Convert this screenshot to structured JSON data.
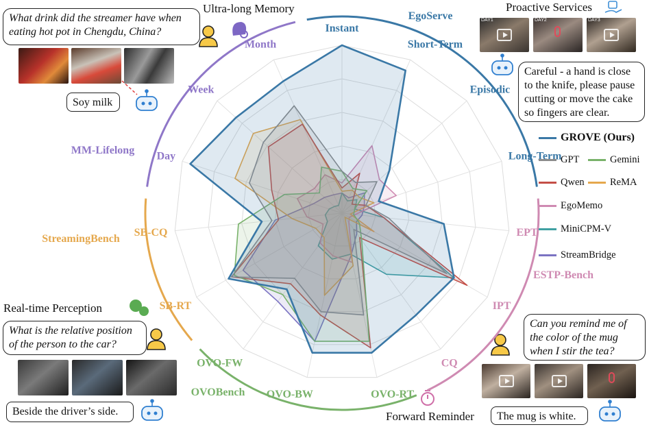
{
  "chart_data": {
    "type": "radar",
    "range": [
      0,
      100
    ],
    "grid": true,
    "legend_position": "right",
    "axes": [
      "Instant",
      "Short-Term",
      "Episodic",
      "Long-Term",
      "EPT",
      "IPT",
      "CQ",
      "OVO-RT",
      "OVO-BW",
      "OVO-FW",
      "SB-RT",
      "SB-CQ",
      "Day",
      "Week",
      "Month"
    ],
    "series": [
      {
        "name": "GROVE (Ours)",
        "color": "#3a78a6",
        "values": [
          100,
          93,
          38,
          23,
          61,
          77,
          75,
          85,
          85,
          56,
          78,
          48,
          95,
          85,
          86
        ]
      },
      {
        "name": "GPT",
        "color": "#8c8c8c",
        "values": [
          25,
          20,
          28,
          15,
          28,
          72,
          12,
          62,
          60,
          48,
          76,
          42,
          58,
          63,
          70
        ]
      },
      {
        "name": "Gemini",
        "color": "#79b26a",
        "values": [
          25,
          16,
          20,
          8,
          7,
          12,
          20,
          78,
          78,
          60,
          74,
          62,
          36,
          18,
          30
        ]
      },
      {
        "name": "Qwen",
        "color": "#c44f47",
        "values": [
          15,
          26,
          8,
          15,
          25,
          86,
          18,
          82,
          62,
          52,
          76,
          38,
          44,
          59,
          58
        ]
      },
      {
        "name": "ReMA",
        "color": "#e5a84d",
        "values": [
          13,
          15,
          14,
          20,
          5,
          22,
          3,
          32,
          50,
          18,
          18,
          30,
          67,
          71,
          61
        ]
      },
      {
        "name": "EgoMemo",
        "color": "#cf8ab2",
        "values": [
          18,
          44,
          30,
          34,
          8,
          5,
          7,
          30,
          26,
          22,
          13,
          21,
          28,
          22,
          25
        ]
      },
      {
        "name": "MiniCPM-V",
        "color": "#40a0a2",
        "values": [
          12,
          8,
          12,
          8,
          25,
          77,
          45,
          25,
          28,
          24,
          10,
          10,
          8,
          6,
          5
        ]
      },
      {
        "name": "StreamBridge",
        "color": "#7b73c2",
        "values": [
          12,
          10,
          18,
          14,
          12,
          10,
          15,
          26,
          78,
          65,
          68,
          40,
          18,
          14,
          12
        ]
      }
    ],
    "groups": [
      {
        "name": "EgoServe",
        "color": "#3a78a6",
        "from": "Instant",
        "to": "Long-Term"
      },
      {
        "name": "ESTP-Bench",
        "color": "#cf8ab2",
        "from": "EPT",
        "to": "CQ"
      },
      {
        "name": "OVOBench",
        "color": "#79b26a",
        "from": "OVO-RT",
        "to": "OVO-FW"
      },
      {
        "name": "StreamingBench",
        "color": "#e5a84d",
        "from": "SB-RT",
        "to": "SB-CQ"
      },
      {
        "name": "MM-Lifelong",
        "color": "#8f77c8",
        "from": "Day",
        "to": "Month"
      }
    ]
  },
  "panels": {
    "memory": {
      "title": "Ultra-long Memory",
      "question": "What drink did the streamer have when eating hot pot in Chengdu, China?",
      "answer": "Soy milk"
    },
    "proactive": {
      "title": "Proactive Services",
      "frames": [
        "DAY1",
        "DAY2",
        "DAY3"
      ],
      "answer": "Careful - a hand is close to the knife, please pause cutting or move the cake so fingers are clear."
    },
    "perception": {
      "title": "Real-time Perception",
      "question": "What is the relative position of the person to the car?",
      "answer": "Beside the driver’s side."
    },
    "reminder": {
      "title": "Forward Reminder",
      "question": "Can you remind me of the color of the mug when I stir the tea?",
      "answer": "The mug is white."
    }
  }
}
